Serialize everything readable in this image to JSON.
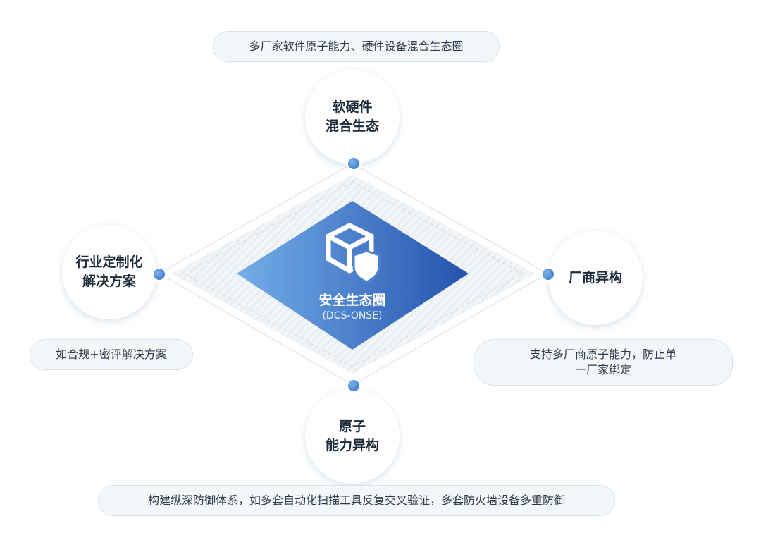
{
  "center": {
    "title": "安全生态圈",
    "subtitle": "(DCS-ONSE)",
    "icon": "cube-shield-icon"
  },
  "nodes": {
    "top": {
      "line1": "软硬件",
      "line2": "混合生态"
    },
    "left": {
      "line1": "行业定制化",
      "line2": "解决方案"
    },
    "right": {
      "line1": "厂商异构"
    },
    "bottom": {
      "line1": "原子",
      "line2": "能力异构"
    }
  },
  "captions": {
    "top": "多厂家软件原子能力、硬件设备混合生态圈",
    "left": "如合规+密评解决方案",
    "right_line1": "支持多厂商原子能力，防止单",
    "right_line2": "一厂家绑定",
    "bottom": "构建纵深防御体系，如多套自动化扫描工具反复交叉验证，多套防火墙设备多重防御"
  },
  "colors": {
    "accent": "#3a73c8",
    "diamond_dark": "#2656b0",
    "diamond_light": "#6ba3e6",
    "node_dot": "#2f6fc4",
    "caption_bg": "#f3f7fa"
  }
}
